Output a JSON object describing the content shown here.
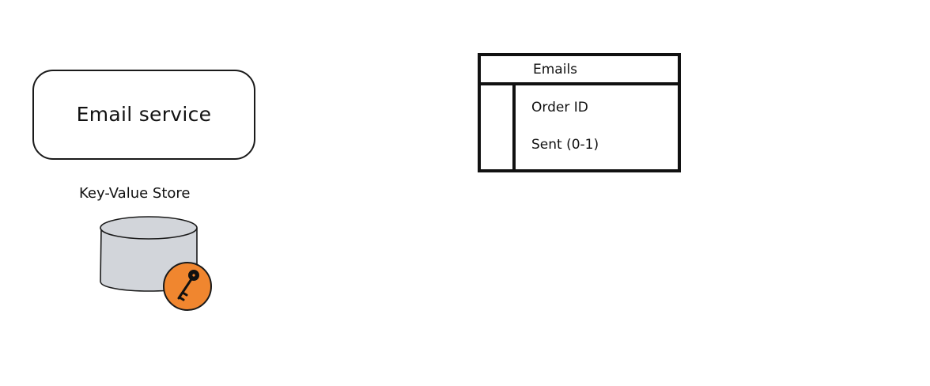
{
  "email_service": {
    "label": "Email service"
  },
  "kv_store": {
    "label": "Key-Value Store",
    "icon": "database-key-icon",
    "colors": {
      "cylinder_fill": "#d2d5da",
      "badge_fill": "#f0862f",
      "stroke": "#1a1a1a"
    }
  },
  "emails_table": {
    "title": "Emails",
    "fields": [
      "Order ID",
      "Sent (0-1)"
    ]
  }
}
